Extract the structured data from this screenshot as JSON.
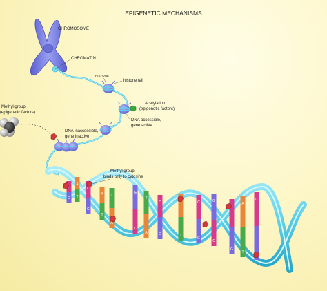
{
  "title": "EPIGENETIC MECHANISMS",
  "labels": {
    "chromosome": "CHROMOSOME",
    "chromatin": "CHROMATIN",
    "histone": "HISTONE",
    "histone_tail": "histone tail",
    "acetylation_line1": "Acetylation",
    "acetylation_line2": "(epigenetic factors)",
    "dna_accessible_line1": "DNA accessible,",
    "dna_accessible_line2": "gene active",
    "dna_inaccessible_line1": "DNA inaccessible,",
    "dna_inaccessible_line2": "gene inactive",
    "methyl_group_line1": "Methyl group",
    "methyl_group_line2": "(epigenetic factors)",
    "methyl_binds_line1": "Methyl group",
    "methyl_binds_line2": "binds only to cytosine"
  },
  "bases": [
    {
      "letter": "C",
      "color": "#d63a8a"
    },
    {
      "letter": "A",
      "color": "#e8873a"
    },
    {
      "letter": "C",
      "color": "#d63a8a"
    },
    {
      "letter": "A",
      "color": "#e8873a"
    },
    {
      "letter": "T",
      "color": "#4aaa4a"
    },
    {
      "letter": "G",
      "color": "#7a6adf"
    },
    {
      "letter": "T",
      "color": "#4aaa4a"
    },
    {
      "letter": "C",
      "color": "#d63a8a"
    },
    {
      "letter": "A",
      "color": "#e8873a"
    },
    {
      "letter": "C",
      "color": "#d63a8a"
    },
    {
      "letter": "G",
      "color": "#7a6adf"
    }
  ],
  "colors": {
    "chromosome": "#7a7fe0",
    "strand": "#5fd0e8",
    "methyl": "#d23a3a",
    "acetyl": "#3aa83a",
    "histone": "#6a70d8"
  }
}
